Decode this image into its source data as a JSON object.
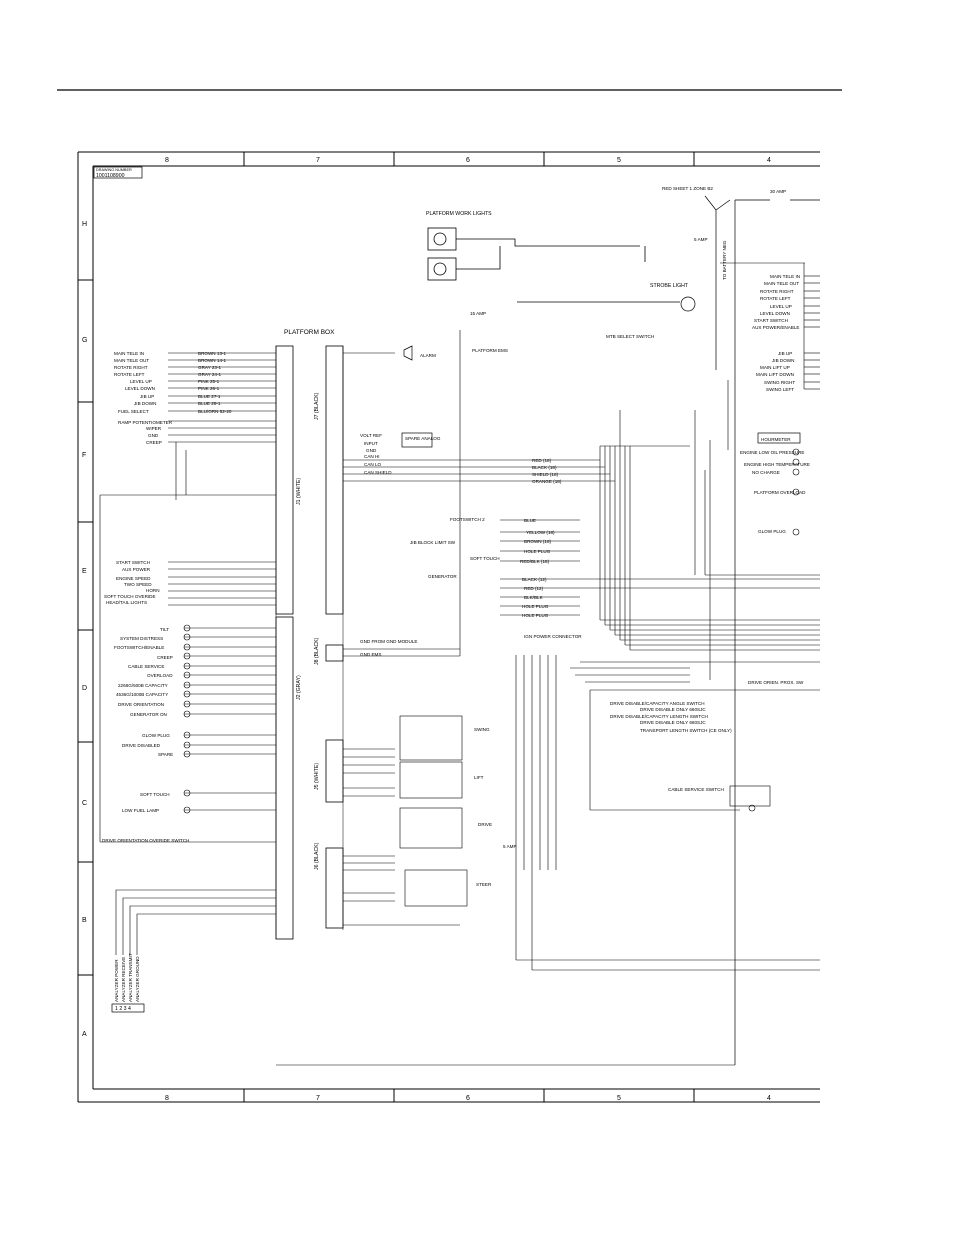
{
  "drawing": {
    "number_label": "DRAWING NUMBER",
    "number": "1001108900",
    "columns": [
      "8",
      "7",
      "6",
      "5",
      "4"
    ],
    "rows": [
      "H",
      "G",
      "F",
      "E",
      "D",
      "C",
      "B",
      "A"
    ]
  },
  "titles": {
    "platform_box": "PLATFORM BOX",
    "platform_work_lights": "PLATFORM WORK LIGHTS",
    "strobe_light": "STROBE LIGHT",
    "hourmeter": "HOURMETER",
    "alarm": "ALARM",
    "spare_analog": "SPARE ANALOG",
    "generator": "GENERATOR",
    "soft_touch": "SOFT TOUCH",
    "platform_ems": "PLATFORM EMS",
    "mtb_select_switch": "MTB SELECT SWITCH",
    "ign_power_connector": "IGN POWER CONNECTOR",
    "cable_service_switch": "CABLE SERVICE SWITCH",
    "drive_orien_prox": "DRIVE ORIEN. PROX. SW",
    "fuse_30": "30 AMP",
    "fuse_15": "15 AMP",
    "fuse_5a": "5 AMP",
    "fuse_5b": "5 AMP",
    "red_sheet_ref": "RED SHEET 1 ZONE B2",
    "to_battery": "TO BATTERY NEG",
    "jib_block": "JIB BLOCK LIMIT SW",
    "footswitch": "FOOTSWITCH 2",
    "gnd_module": "GND FROM GND MODULE",
    "gnd_ems": "GND EMS"
  },
  "connectors": {
    "j1": "J1 (WHITE)",
    "j2": "J2 (GRAY)",
    "j7": "J7 (BLACK)",
    "j8": "J8 (BLACK)",
    "j5": "J5 (WHITE)",
    "j6": "J6 (BLACK)"
  },
  "actuators": {
    "swing": "SWING",
    "lift": "LIFT",
    "drive": "DRIVE",
    "steer": "STEER"
  },
  "left_labels_top": [
    "MAIN TELE IN",
    "MAIN TELE OUT",
    "ROTATE RIGHT",
    "ROTATE LEFT",
    "LEVEL UP",
    "LEVEL DOWN",
    "JIB UP",
    "JIB DOWN",
    "FUEL SELECT"
  ],
  "left_wires_top": [
    "BROWN 13-1",
    "BROWN 14-1",
    "GRAY 23-1",
    "GRAY 24-1",
    "PINK 25-1",
    "PINK 26-1",
    "BLUE 27-1",
    "BLUE 28-1",
    "BLU/ORN 52-20"
  ],
  "pot_labels": [
    "RAMP POTENTIOMETER",
    "WIPER",
    "GND",
    "CREEP"
  ],
  "left_labels_mid": [
    "START SWITCH",
    "AUX POWER",
    "ENGINE SPEED",
    "TWO SPEED",
    "HORN",
    "SOFT TOUCH OVERIDE",
    "HEAD/TAIL LIGHTS"
  ],
  "left_labels_low": [
    "TILT",
    "SYSTEM DISTRESS",
    "FOOTSWITCH/ENABLE",
    "CREEP",
    "CABLE SERVICE",
    "OVERLOAD",
    "2268G/500B CAPACITY",
    "4536G/1000B CAPACITY",
    "DRIVE ORIENTATION",
    "GENERATOR ON",
    "GLOW PLUG",
    "DRIVE DISABLED",
    "SPARE",
    "SOFT TOUCH",
    "LOW FUEL LAMP",
    "DRIVE ORIENTATION OVERIDE SWITCH"
  ],
  "analyzer": [
    "ANALYZER POWER",
    "ANALYZER RECEIVE",
    "ANALYZER TRANSMIT",
    "ANALYZER GROUND"
  ],
  "analyzer_pins": "1 2 3 4",
  "right_labels": [
    "MAIN TELE IN",
    "MAIN TELE OUT",
    "ROTATE RIGHT",
    "ROTATE LEFT",
    "LEVEL UP",
    "LEVEL DOWN",
    "START SWITCH",
    "AUX POWER/ENABLE",
    "JIB UP",
    "JIB DOWN",
    "MAIN LIFT UP",
    "MAIN LIFT DOWN",
    "SWING RIGHT",
    "SWING LEFT"
  ],
  "engine_labels": [
    "ENGINE LOW OIL PRESSURE",
    "ENGINE HIGH TEMPERATURE",
    "NO CHARGE",
    "PLATFORM OVERLOAD",
    "GLOW PLUG"
  ],
  "drive_labels": [
    "DRIVE DISABLE/CAPACITY ANGLE SWITCH",
    "DRIVE DISABLE ONLY 660SJC",
    "DRIVE DISABLE/CAPACITY LENGTH SWITCH",
    "DRIVE DISABLE ONLY 660SJC",
    "TRANSPORT LENGTH SWITCH (CE ONLY)"
  ],
  "mid_wires": [
    "RED (18)",
    "BLACK (18)",
    "SHIELD (18)",
    "ORANGE (18)",
    "BLUE",
    "YELLOW (18)",
    "BROWN (18)",
    "HOLE PLUG",
    "RED/BLK (18)",
    "BLACK (12)",
    "RED (12)",
    "BLK/BLK",
    "HOLE PLUG",
    "HOLE PLUG"
  ],
  "can_labels": [
    "CAN HI",
    "CAN LO",
    "CAN SHIELD",
    "VOLT REF",
    "INPUT",
    "GND"
  ]
}
